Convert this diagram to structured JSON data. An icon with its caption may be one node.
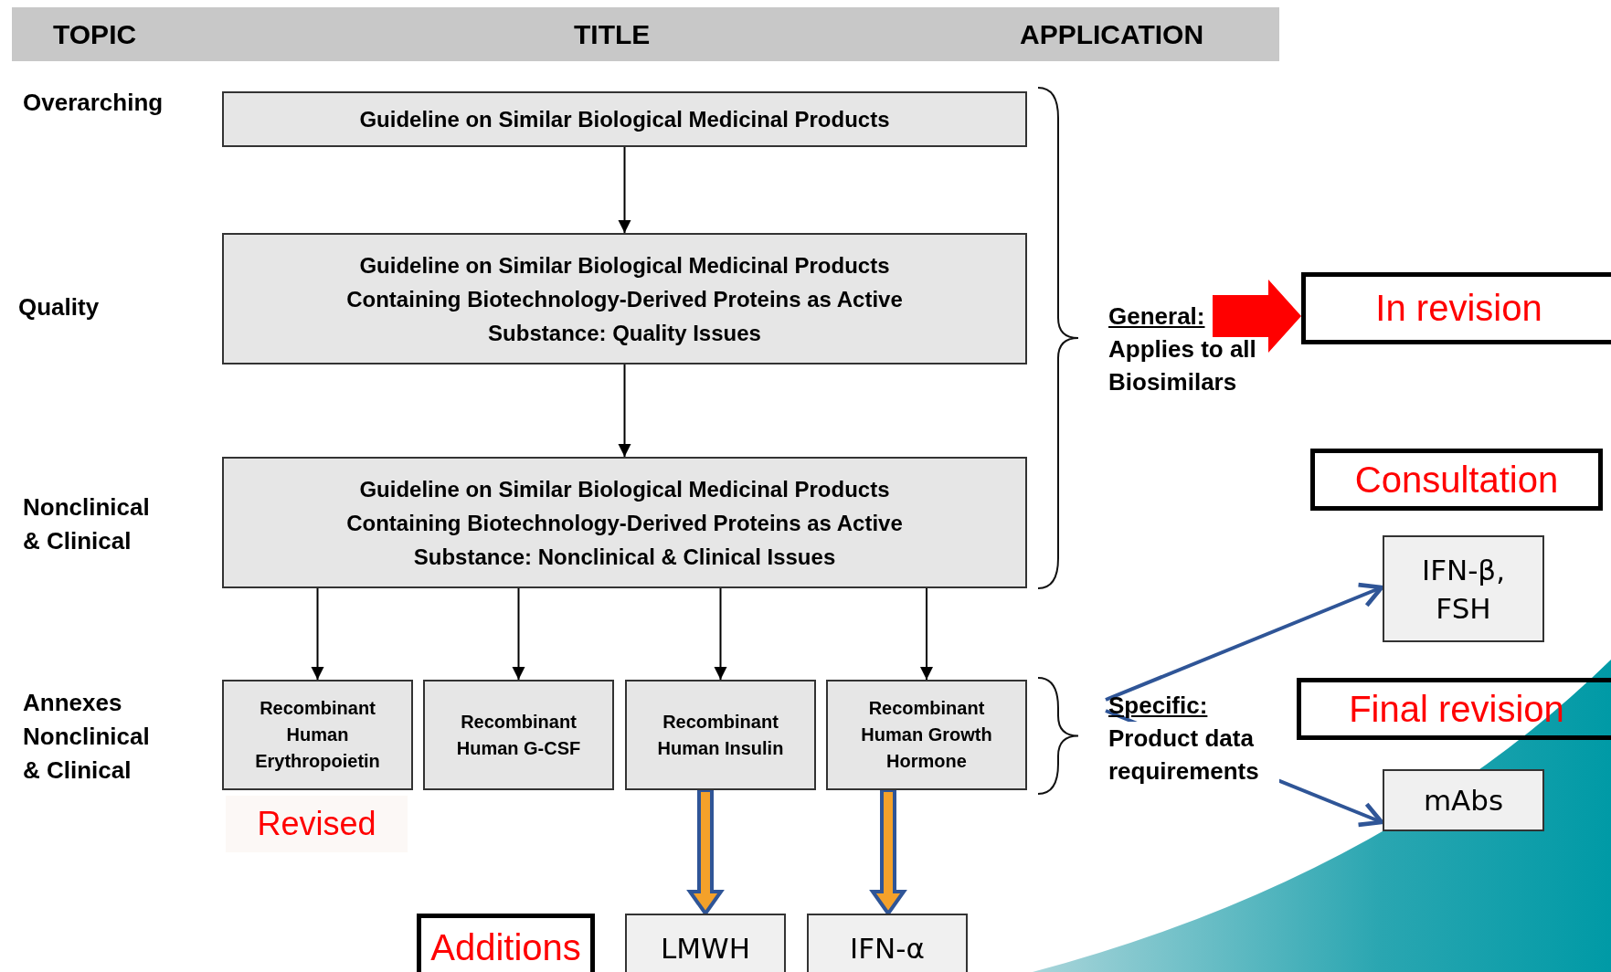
{
  "diagram": {
    "nodes": [
      {
        "text": [
          "Guideline on Similar Biological Medicinal Products"
        ]
      },
      {
        "text": [
          "Guideline on Similar Biological Medicinal Products Containing Biotechnology-Derived Proteins as Active Substance: Quality Issues"
        ]
      },
      {
        "text": [
          "Guideline on Similar Biological Medicinal Products Containing Biotechnology-Derived Proteins as Active Substance: Nonclinical & Clinical Issues"
        ]
      },
      {
        "text": [
          "Recombinant Human Erythropoietin"
        ]
      },
      {
        "text": [
          "Recombinant Human G-CSF"
        ]
      },
      {
        "text": [
          "Recombinant Human Insulin"
        ]
      },
      {
        "text": [
          "Recombinant Human Growth Hormone"
        ]
      },
      {
        "text": [
          "General:"
        ],
        "beside": [
          "Applies to all Biosimilars"
        ]
      },
      {
        "text": [
          "In revision"
        ]
      },
      {
        "text": [
          "Consultation"
        ]
      },
      {
        "text": [
          "IFN-β, FSH"
        ]
      },
      {
        "text": [
          "Specific:",
          "Product data requirements"
        ]
      },
      {
        "text": [
          "Final revision"
        ]
      },
      {
        "text": [
          "mAbs"
        ]
      },
      {
        "text": [
          "Revised"
        ]
      },
      {
        "text": [
          "Additions"
        ]
      },
      {
        "text": [
          "LMWH"
        ]
      },
      {
        "text": [
          "IFN-α"
        ]
      }
    ],
    "edges": [
      {
        "from": 0,
        "to": 1,
        "arrow": "to"
      },
      {
        "from": 1,
        "to": 2,
        "arrow": "to"
      },
      {
        "from": 2,
        "to": 3,
        "arrow": "to"
      },
      {
        "from": 2,
        "to": 4,
        "arrow": "to"
      },
      {
        "from": 2,
        "to": 5,
        "arrow": "to"
      },
      {
        "from": 2,
        "to": 6,
        "arrow": "to"
      },
      {
        "from": 7,
        "to": 8,
        "arrow": "to",
        "style": "thick",
        "color": "#ff0000"
      },
      {
        "from": 11,
        "to": 10,
        "arrow": "to",
        "color": "#2f5597"
      },
      {
        "from": 11,
        "to": 13,
        "arrow": "to",
        "color": "#2f5597"
      },
      {
        "from": 5,
        "to": 16,
        "arrow": "to",
        "style": "thick",
        "color": "#f4a12a"
      },
      {
        "from": 6,
        "to": 17,
        "arrow": "to",
        "style": "thick",
        "color": "#f4a12a"
      }
    ],
    "labels": [
      "TOPIC",
      "TITLE",
      "APPLICATION",
      "Overarching",
      "Quality",
      "Nonclinical & Clinical",
      "Annexes Nonclinical & Clinical"
    ]
  }
}
